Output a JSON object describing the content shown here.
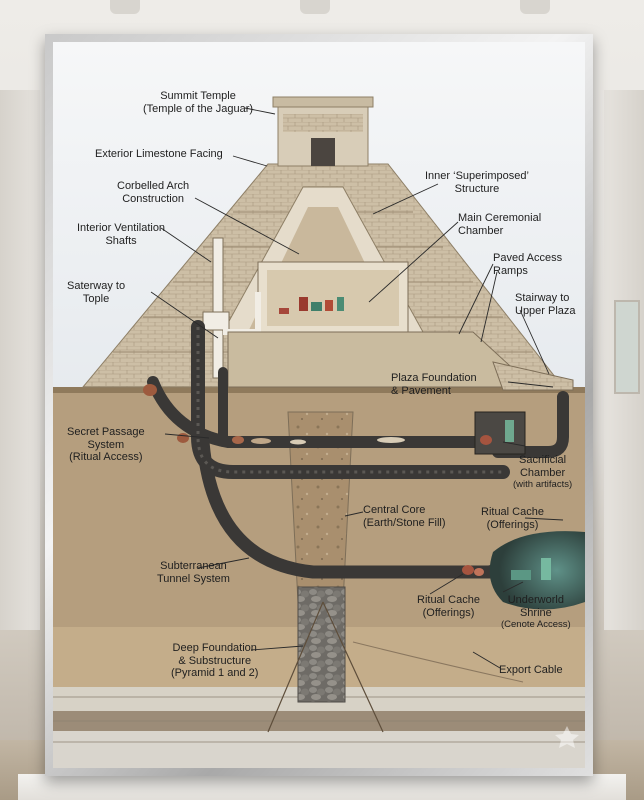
{
  "labels": {
    "summit_temple": {
      "line1": "Summit Temple",
      "line2": "(Temple of the Jaguar)"
    },
    "exterior_facing": {
      "line1": "Exterior Limestone Facing"
    },
    "corbelled_arch": {
      "line1": "Corbelled Arch",
      "line2": "Construction"
    },
    "ventilation": {
      "line1": "Interior Ventilation",
      "line2": "Shafts"
    },
    "saterway": {
      "line1": "Saterway to",
      "line2": "Tople"
    },
    "inner_structure": {
      "line1": "Inner ‘Superimposed’",
      "line2": "Structure"
    },
    "main_chamber": {
      "line1": "Main Ceremonial",
      "line2": "Chamber"
    },
    "paved_ramps": {
      "line1": "Paved Access",
      "line2": "Ramps"
    },
    "stairway_upper": {
      "line1": "Stairway to",
      "line2": "Upper Plaza"
    },
    "plaza_foundation": {
      "line1": "Plaza Foundation",
      "line2": "& Pavement"
    },
    "secret_passage": {
      "line1": "Secret Passage",
      "line2": "System",
      "line3": "(Ritual Access)"
    },
    "sacrificial": {
      "line1": "Sacrificial",
      "line2": "Chamber",
      "line3": "(with artifacts)"
    },
    "central_core": {
      "line1": "Central Core",
      "line2": "(Earth/Stone Fill)"
    },
    "ritual_cache_upper": {
      "line1": "Ritual Cache",
      "line2": "(Offerings)"
    },
    "tunnel_system": {
      "line1": "Subterranean",
      "line2": "Tunnel System"
    },
    "ritual_cache_lower": {
      "line1": "Ritual Cache",
      "line2": "(Offerings)"
    },
    "underworld_shrine": {
      "line1": "Underworld",
      "line2": "Shrine",
      "line3": "(Cenote Access)"
    },
    "deep_foundation": {
      "line1": "Deep Foundation",
      "line2": "& Substructure",
      "line3": "(Pyramid 1 and 2)"
    },
    "export_cable": {
      "line1": "Export Cable"
    }
  },
  "colors": {
    "sky": "#eef1f4",
    "stone": "#cbbfa8",
    "earth": "#b19a7a",
    "tunnel": "#3a3836",
    "cave_glow": "#4f8078"
  }
}
